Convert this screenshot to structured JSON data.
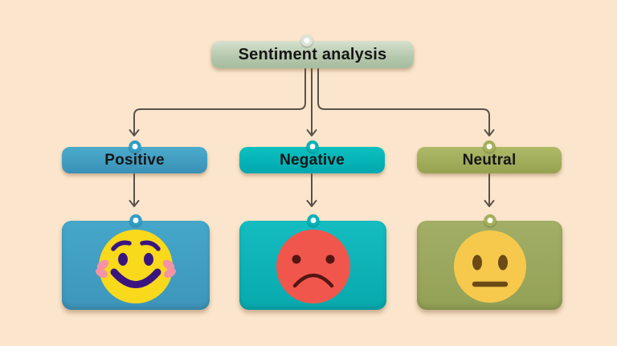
{
  "background_color": "#fbe6cd",
  "connector_color": "#5a524b",
  "root": {
    "label": "Sentiment analysis",
    "fill_top": "#d6e1ce",
    "fill_bottom": "#a6bc9f",
    "pin_ring_color": "#dde3d6"
  },
  "branches": [
    {
      "label": "Positive",
      "accent": "#2f9dc6",
      "box_top": "#4aabcc",
      "box_bottom": "#3a90b6",
      "face": {
        "icon": "happy-face",
        "skin_color": "#f8d91c",
        "feature_color": "#3a1580",
        "blush_color": "#f592a4"
      }
    },
    {
      "label": "Negative",
      "accent": "#00b2b6",
      "box_top": "#0cc0bf",
      "box_bottom": "#00a8af",
      "face": {
        "icon": "sad-face",
        "skin_color": "#f1564c",
        "feature_color": "#541613"
      }
    },
    {
      "label": "Neutral",
      "accent": "#a4af58",
      "box_top": "#aeba68",
      "box_bottom": "#96a24f",
      "face": {
        "icon": "neutral-face",
        "skin_color": "#f6c94c",
        "feature_color": "#6a4b16"
      }
    }
  ]
}
